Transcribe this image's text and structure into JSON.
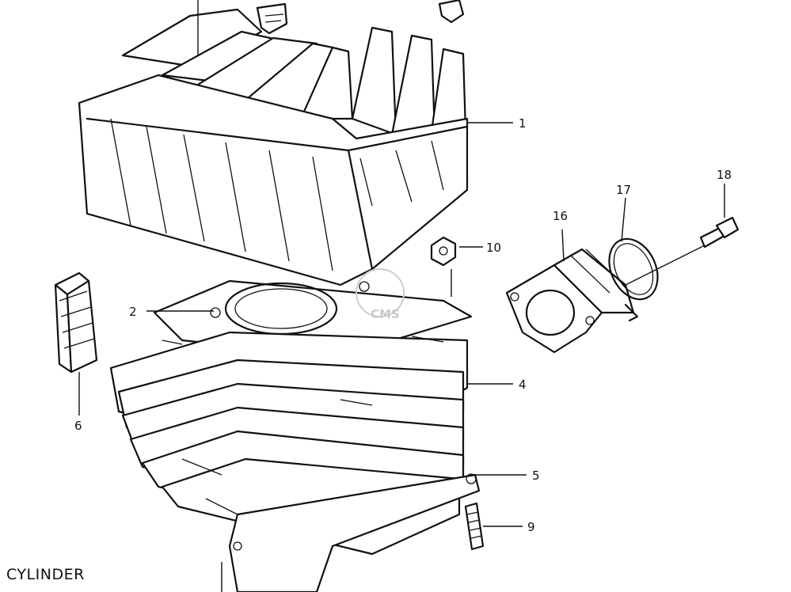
{
  "title": "CYLINDER",
  "watermark": "CMS",
  "callouts": [
    {
      "id": "label-1",
      "text": "1"
    },
    {
      "id": "label-2",
      "text": "2"
    },
    {
      "id": "label-4",
      "text": "4"
    },
    {
      "id": "label-5",
      "text": "5"
    },
    {
      "id": "label-6",
      "text": "6"
    },
    {
      "id": "label-9",
      "text": "9"
    },
    {
      "id": "label-10",
      "text": "10"
    },
    {
      "id": "label-16",
      "text": "16"
    },
    {
      "id": "label-17",
      "text": "17"
    },
    {
      "id": "label-18",
      "text": "18"
    }
  ],
  "colors": {
    "line": "#111111",
    "background": "#ffffff",
    "watermark": "#c9c9c9"
  }
}
